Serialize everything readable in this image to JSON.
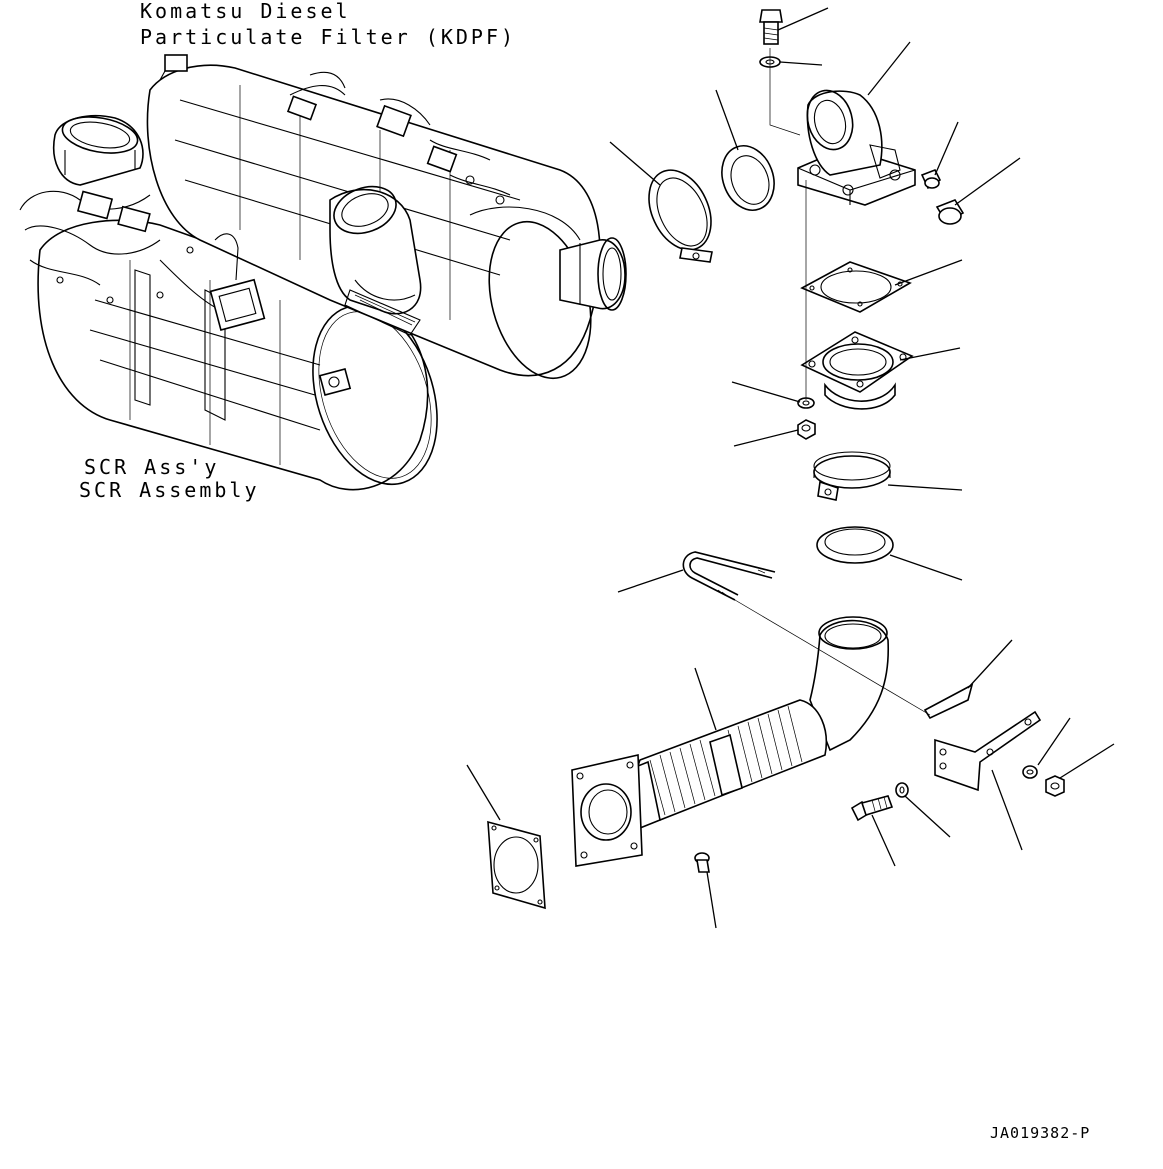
{
  "labels": {
    "kdpf_line1": "Komatsu Diesel",
    "kdpf_line2": "Particulate Filter (KDPF)",
    "scr_line1": "SCR Ass'y",
    "scr_line2": "SCR Assembly",
    "drawing_code": "JA019382-P"
  },
  "colors": {
    "ink": "#000000",
    "paper": "#ffffff"
  }
}
